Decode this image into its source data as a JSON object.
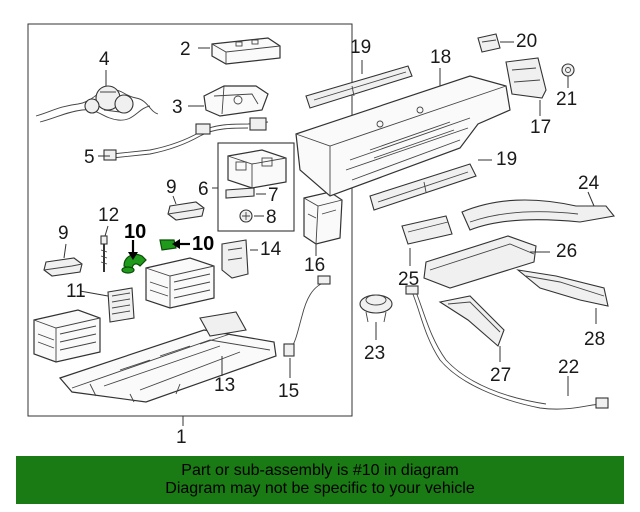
{
  "callouts": [
    {
      "id": "1",
      "label": "1"
    },
    {
      "id": "1b",
      "label": "1"
    },
    {
      "id": "2",
      "label": "2"
    },
    {
      "id": "3",
      "label": "3"
    },
    {
      "id": "4",
      "label": "4"
    },
    {
      "id": "5",
      "label": "5"
    },
    {
      "id": "6",
      "label": "6"
    },
    {
      "id": "7",
      "label": "7"
    },
    {
      "id": "8",
      "label": "8"
    },
    {
      "id": "9a",
      "label": "9"
    },
    {
      "id": "9b",
      "label": "9"
    },
    {
      "id": "10a",
      "label": "10"
    },
    {
      "id": "10b",
      "label": "10"
    },
    {
      "id": "11",
      "label": "11"
    },
    {
      "id": "12",
      "label": "12"
    },
    {
      "id": "13",
      "label": "13"
    },
    {
      "id": "14",
      "label": "14"
    },
    {
      "id": "15",
      "label": "15"
    },
    {
      "id": "16",
      "label": "16"
    },
    {
      "id": "17",
      "label": "17"
    },
    {
      "id": "18",
      "label": "18"
    },
    {
      "id": "19a",
      "label": "19"
    },
    {
      "id": "19b",
      "label": "19"
    },
    {
      "id": "20",
      "label": "20"
    },
    {
      "id": "21",
      "label": "21"
    },
    {
      "id": "22",
      "label": "22"
    },
    {
      "id": "23",
      "label": "23"
    },
    {
      "id": "24",
      "label": "24"
    },
    {
      "id": "25",
      "label": "25"
    },
    {
      "id": "26",
      "label": "26"
    },
    {
      "id": "27",
      "label": "27"
    },
    {
      "id": "28",
      "label": "28"
    }
  ],
  "banner": {
    "line1": "Part or sub-assembly is #10 in diagram",
    "line2": "Diagram may not be specific to your vehicle",
    "color": "#1a7a13"
  },
  "highlight_color": "#1f9a1a"
}
